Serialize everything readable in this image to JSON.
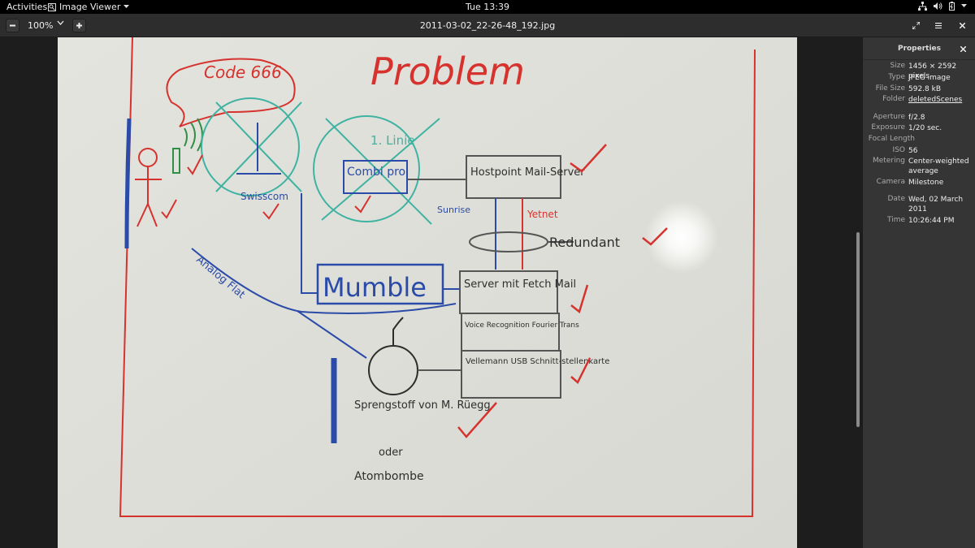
{
  "topbar": {
    "activities": "Activities",
    "app_menu": "Image Viewer",
    "clock": "Tue 13:39"
  },
  "headerbar": {
    "zoom": "100%",
    "title": "2011-03-02_22-26-48_192.jpg"
  },
  "properties": {
    "title": "Properties",
    "rows": [
      {
        "k": "Size",
        "v": "1456 × 2592 pixels"
      },
      {
        "k": "Type",
        "v": "JPEG image"
      },
      {
        "k": "File Size",
        "v": "592.8 kB"
      },
      {
        "k": "Folder",
        "v": "deletedScenes"
      },
      {
        "k": "Aperture",
        "v": "f/2.8"
      },
      {
        "k": "Exposure",
        "v": "1/20 sec."
      },
      {
        "k": "Focal Length",
        "v": ""
      },
      {
        "k": "ISO",
        "v": "56"
      },
      {
        "k": "Metering",
        "v": "Center-weighted average"
      },
      {
        "k": "Camera",
        "v": "Milestone"
      },
      {
        "k": "Date",
        "v": "Wed, 02 March 2011"
      },
      {
        "k": "Time",
        "v": "10:26:44 PM"
      }
    ]
  },
  "whiteboard": {
    "title": "Problem",
    "bubble": "Code 666",
    "linie": "1. Linie",
    "swisscom": "Swisscom",
    "combi": "Combi pro",
    "hostpoint": "Hostpoint Mail-Server",
    "sunrise": "Sunrise",
    "yetnet": "Yetnet",
    "redundant": "Redundant",
    "mumble": "Mumble",
    "server": "Server mit Fetch Mail",
    "voice": "Voice Recognition Fourier Trans",
    "vellemann": "Vellemann USB Schnitt-stellenkarte",
    "analog": "Analog Flat",
    "spreng": "Sprengstoff von M. Rüegg",
    "oder": "oder",
    "atom": "Atombombe"
  },
  "colors": {
    "red_marker": "#d6322e",
    "blue_marker": "#2a4ba8",
    "teal_marker": "#3fb3a2",
    "dark_marker": "#2d2d2d"
  }
}
